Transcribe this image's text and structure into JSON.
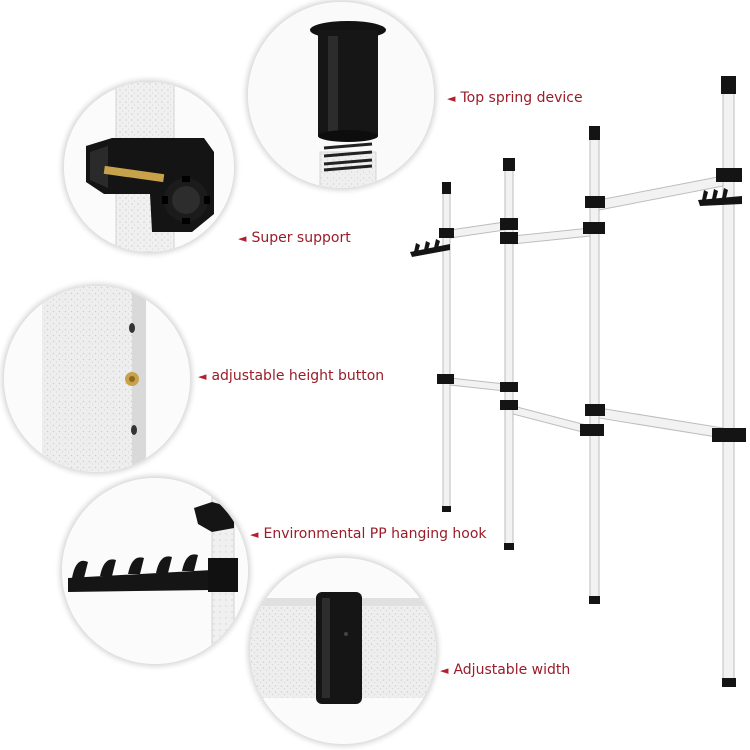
{
  "callouts": {
    "top_spring": "Top spring device",
    "super_support": "Super support",
    "adjustable_height": "adjustable height button",
    "hanging_hook": "Environmental PP hanging hook",
    "adjustable_width": "Adjustable width"
  },
  "arrow_glyph": "◄",
  "colors": {
    "callout_text": "#9a1c28",
    "pole": "#f1f1f1",
    "plastic": "#151515",
    "brass": "#c8a24a"
  }
}
